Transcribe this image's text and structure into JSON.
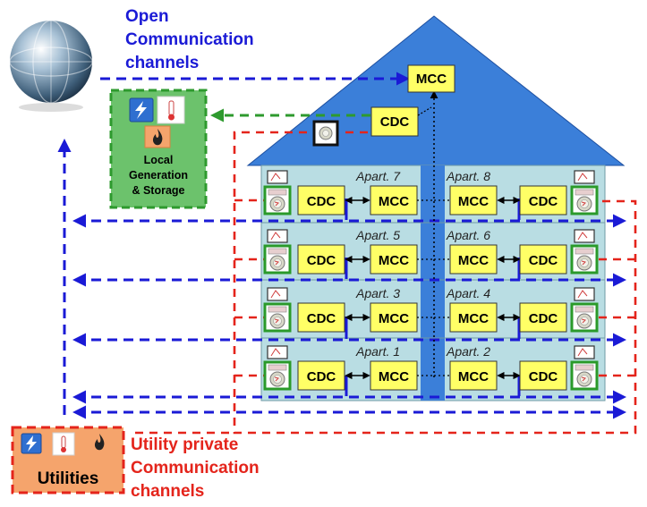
{
  "labels": {
    "open_line1": "Open",
    "open_line2": "Communication",
    "open_line3": "channels",
    "utility_line1_a": "Utility ",
    "utility_line1_b": "private",
    "utility_line2": "Communication",
    "utility_line3": "channels"
  },
  "boxes": {
    "mcc": "MCC",
    "cdc": "CDC"
  },
  "local_generation": [
    "Local",
    "Generation",
    "& Storage"
  ],
  "utilities_label": "Utilities",
  "apartments": [
    "Apart. 7",
    "Apart. 8",
    "Apart. 5",
    "Apart. 6",
    "Apart. 3",
    "Apart. 4",
    "Apart. 1",
    "Apart. 2"
  ],
  "colors": {
    "open_channel": "#1a1ad6",
    "private_channel": "#e4241b",
    "local_channel": "#2e9a2e",
    "roof": "#3b7fd9",
    "wall": "#b9dde3",
    "box": "#ffff66",
    "meter_border": "#2a9a2a",
    "local_gen_fill": "#6cc26c",
    "utilities_fill": "#f5a46c"
  },
  "icons": [
    "globe-icon",
    "electricity-icon",
    "thermometer-icon",
    "flame-icon",
    "meter-icon"
  ]
}
